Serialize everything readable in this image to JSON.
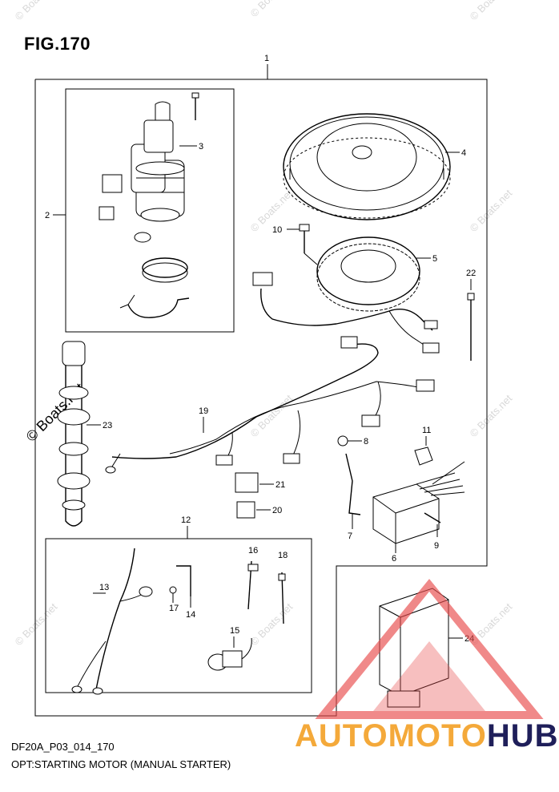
{
  "figure_title": "FIG.170",
  "code": "DF20A_P03_014_170",
  "description": "OPT:STARTING MOTOR (MANUAL STARTER)",
  "watermark_text": "© Boats.net",
  "brand": {
    "part1": "AUTOMOTO",
    "part2": "HUB",
    "color1": "#f4a93a",
    "color2": "#1f1f5a",
    "logo_color": "#e84a4a"
  },
  "callouts": [
    "1",
    "2",
    "3",
    "4",
    "5",
    "6",
    "7",
    "8",
    "9",
    "10",
    "11",
    "12",
    "13",
    "14",
    "15",
    "16",
    "17",
    "18",
    "19",
    "20",
    "21",
    "22",
    "23",
    "24"
  ]
}
